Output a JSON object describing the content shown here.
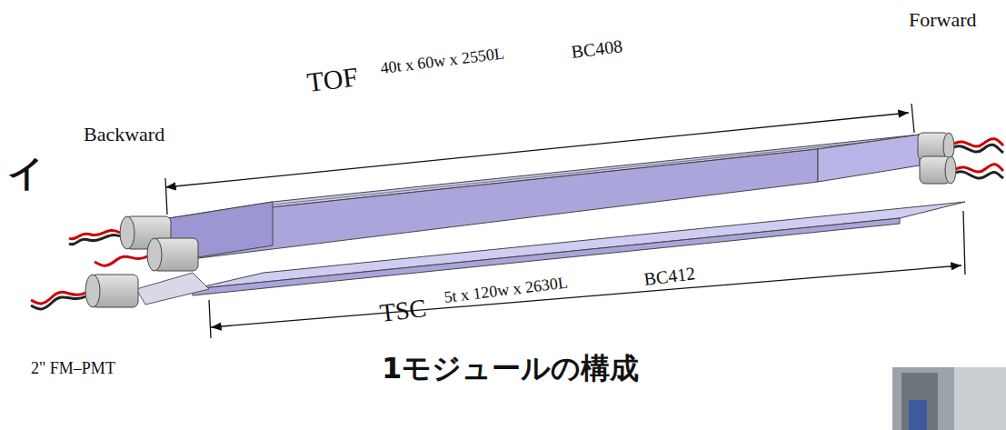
{
  "diagram": {
    "caption": "1モジュールの構成",
    "labels": [
      "Forward",
      "Backward",
      "TOF",
      "40t x 60w x 2550L",
      "BC408",
      "TSC",
      "5t x 120w x 2630L",
      "BC412",
      "2\" FM–PMT",
      "イ"
    ]
  }
}
